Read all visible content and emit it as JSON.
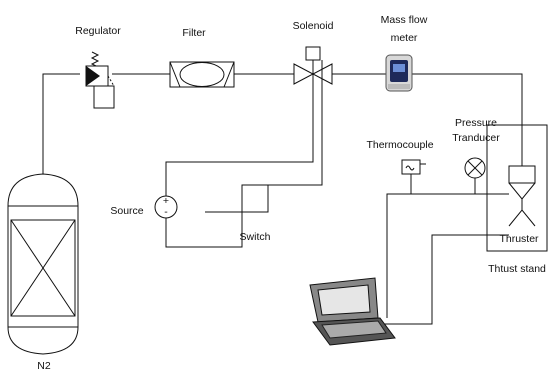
{
  "labels": {
    "regulator": "Regulator",
    "filter": "Filter",
    "solenoid": "Solenoid",
    "mass_flow_line1": "Mass flow",
    "mass_flow_line2": "meter",
    "pressure_line1": "Pressure",
    "pressure_line2": "Tranducer",
    "thermocouple": "Thermocouple",
    "source": "Source",
    "switch": "Switch",
    "thruster": "Thruster",
    "thrust_stand": "Thtust stand",
    "n2": "N2",
    "source_plus": "+",
    "source_minus": "-"
  }
}
